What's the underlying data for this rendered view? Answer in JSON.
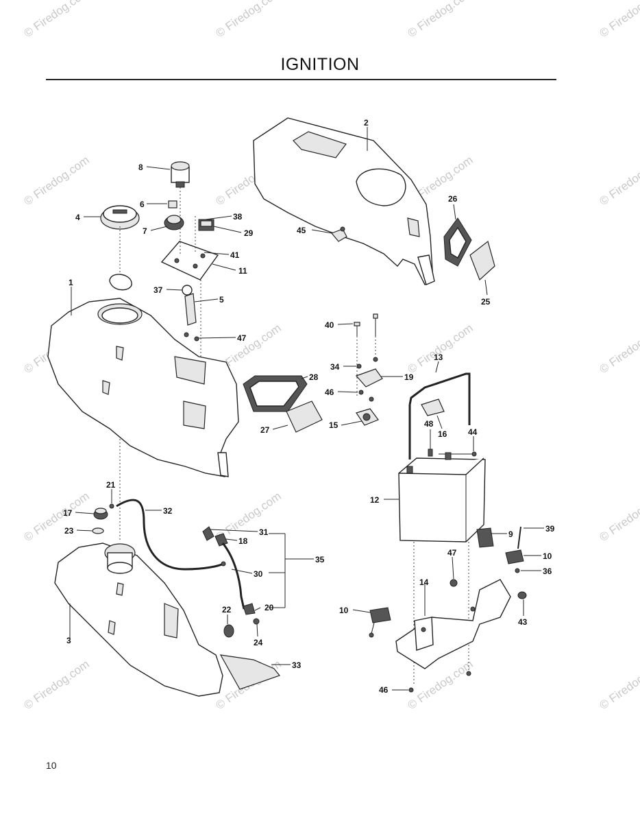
{
  "title": "IGNITION",
  "page_number": "10",
  "watermark": {
    "text": "Firedog.com",
    "symbol": "©"
  },
  "callouts": [
    "1",
    "2",
    "3",
    "4",
    "5",
    "6",
    "7",
    "8",
    "9",
    "10",
    "10",
    "11",
    "12",
    "13",
    "14",
    "15",
    "16",
    "17",
    "18",
    "19",
    "20",
    "21",
    "22",
    "23",
    "24",
    "25",
    "26",
    "27",
    "28",
    "29",
    "30",
    "31",
    "32",
    "33",
    "34",
    "35",
    "36",
    "37",
    "38",
    "39",
    "40",
    "41",
    "43",
    "44",
    "45",
    "46",
    "46",
    "47",
    "47",
    "48"
  ]
}
